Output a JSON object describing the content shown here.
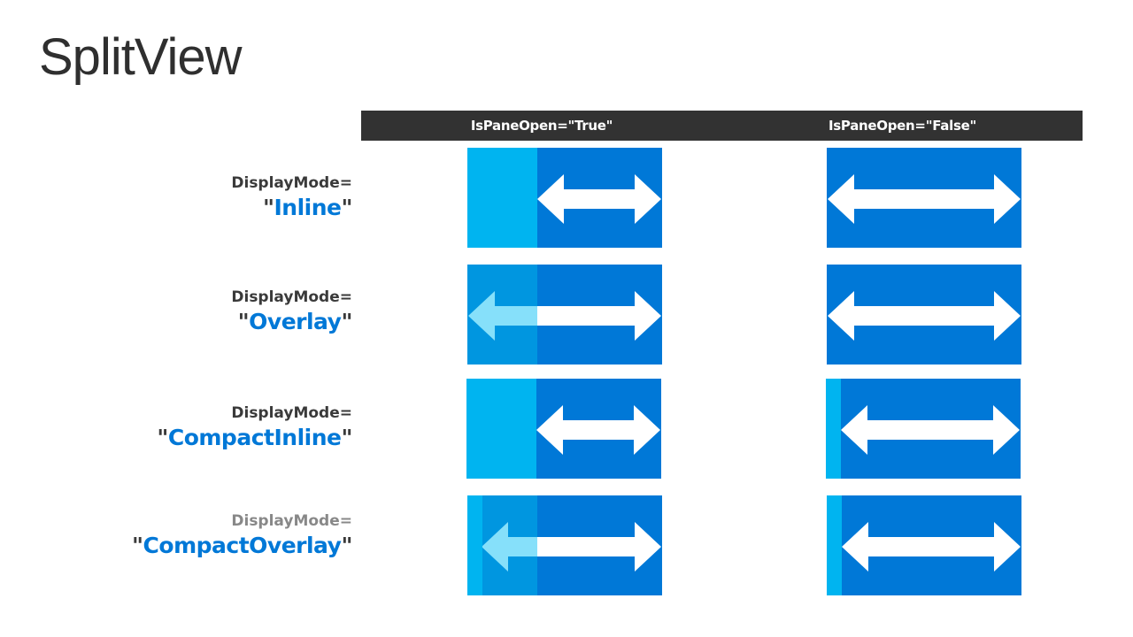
{
  "title": "SplitView",
  "colors": {
    "content": "#0078d7",
    "pane": "#00b4f0",
    "overlay_pane": "#0096e0",
    "arrow": "#ffffff",
    "overlay_arrow": "#86e0fa",
    "header_bar": "#323232",
    "accent_text": "#0078d7"
  },
  "columns": [
    {
      "label": "IsPaneOpen=\"True\""
    },
    {
      "label": "IsPaneOpen=\"False\""
    }
  ],
  "rows": [
    {
      "prefix": "DisplayMode=",
      "quote_open": "\"",
      "mode": "Inline",
      "quote_close": "\"",
      "open_state": "pane-inline",
      "closed_state": "no-pane"
    },
    {
      "prefix": "DisplayMode=",
      "quote_open": "\"",
      "mode": "Overlay",
      "quote_close": "\"",
      "open_state": "pane-overlay",
      "closed_state": "no-pane"
    },
    {
      "prefix": "DisplayMode=",
      "quote_open": "\"",
      "mode": "CompactInline",
      "quote_close": "\"",
      "open_state": "pane-inline",
      "closed_state": "compact-strip"
    },
    {
      "prefix": "DisplayMode=",
      "quote_open": "\"",
      "mode": "CompactOverlay",
      "quote_close": "\"",
      "open_state": "compact-overlay",
      "closed_state": "compact-strip"
    }
  ]
}
